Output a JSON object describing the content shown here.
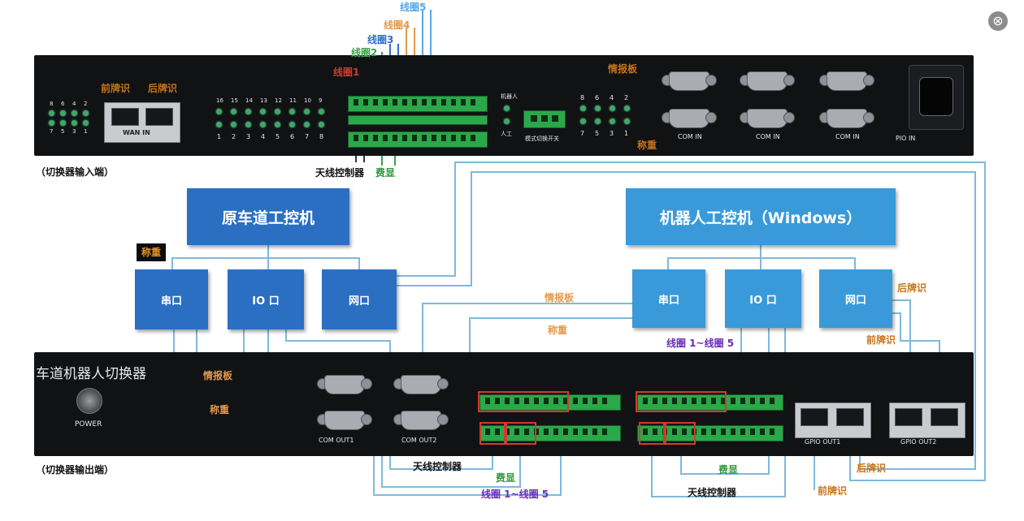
{
  "colors": {
    "box_blue": "#2b6fc2",
    "box_light_blue": "#3a9ad9",
    "wire_blue": "#7fb9dc",
    "label_orange": "#c8731a",
    "label_green": "#2e9a3a",
    "label_purple": "#6a2fb5",
    "label_red": "#d23a2d"
  },
  "input_panel": {
    "caption": "（切换器输入端）",
    "wan_in": "WAN IN",
    "front_plate": "前牌识",
    "rear_plate": "后牌识",
    "led_left_top": [
      "8",
      "6",
      "4",
      "2"
    ],
    "led_left_bottom": [
      "7",
      "5",
      "3",
      "1"
    ],
    "led_top": [
      "16",
      "15",
      "14",
      "13",
      "12",
      "11",
      "10",
      "9"
    ],
    "led_bottom": [
      "1",
      "2",
      "3",
      "4",
      "5",
      "6",
      "7",
      "8"
    ],
    "coil_labels": [
      "线圈1",
      "线圈2",
      "线圈3",
      "线圈4",
      "线圈5"
    ],
    "antenna_controller": "天线控制器",
    "fee_display": "费显",
    "mode_switch": {
      "robot": "机器人",
      "manual": "人工",
      "switch_label": "模式切换开关"
    },
    "right_leds_top": [
      "8",
      "6",
      "4",
      "2"
    ],
    "right_leds_bottom": [
      "7",
      "5",
      "3",
      "1"
    ],
    "info_board": "情报板",
    "weighing": "称重",
    "com_in": [
      "COM IN",
      "COM IN",
      "COM IN"
    ],
    "pio_in": "PIO IN"
  },
  "left_system": {
    "title": "原车道工控机",
    "weighing_tag": "称重",
    "serial": "串口",
    "io": "IO 口",
    "network": "网口"
  },
  "right_system": {
    "title": "机器人工控机（Windows）",
    "serial": "串口",
    "io": "IO 口",
    "network": "网口",
    "info_board": "情报板",
    "weighing": "称重",
    "coil_range": "线圈 1~线圈 5",
    "rear_plate": "后牌识",
    "front_plate": "前牌识"
  },
  "output_panel": {
    "title": "车道机器人切换器",
    "power": "POWER",
    "info_board": "情报板",
    "weighing": "称重",
    "com_out1": "COM OUT1",
    "com_out2": "COM OUT2",
    "gpio_out1": "GPIO OUT1",
    "gpio_out2": "GPIO OUT2",
    "caption": "（切换器输出端）"
  },
  "bottom_labels": {
    "antenna_left": "天线控制器",
    "fee_left": "费显",
    "coil_range_left": "线圈 1~线圈 5",
    "fee_right": "费显",
    "antenna_right": "天线控制器",
    "rear_plate": "后牌识",
    "front_plate": "前牌识"
  }
}
